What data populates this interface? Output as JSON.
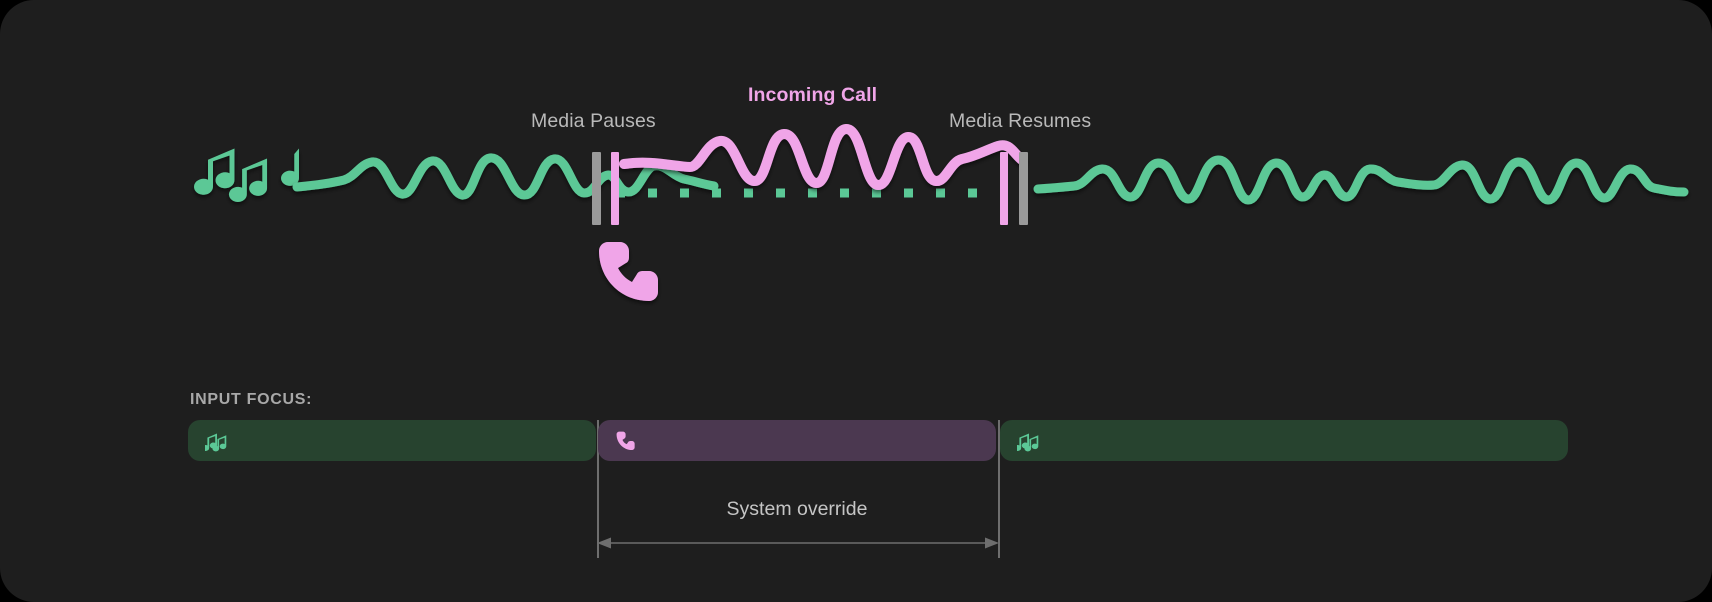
{
  "theme": {
    "background": "#000000",
    "card_background": "#1e1e1e",
    "media_accent": "#5bc896",
    "call_accent": "#f0a5e8",
    "marker_grey": "#9a9a9a",
    "label_grey": "#b9b9b9",
    "heading_grey": "#a8a8a8",
    "track_media_bg": "#27432f",
    "track_call_bg": "#4b3850",
    "guide_line": "#6e6e6e"
  },
  "timeline": {
    "music_icon": "music-notes-icon",
    "phone_icon": "phone-handset-icon",
    "labels": {
      "media_pauses": "Media Pauses",
      "incoming_call": "Incoming Call",
      "media_resumes": "Media Resumes"
    },
    "segments": [
      {
        "name": "media-playing-before",
        "kind": "waveform",
        "color": "#5bc896"
      },
      {
        "name": "media-paused",
        "kind": "dotted-line",
        "color": "#5bc896"
      },
      {
        "name": "call-audio",
        "kind": "waveform",
        "color": "#f0a5e8"
      },
      {
        "name": "media-playing-after",
        "kind": "waveform",
        "color": "#5bc896"
      }
    ],
    "markers": [
      {
        "name": "pause-marker-grey",
        "color": "#9a9a9a"
      },
      {
        "name": "pause-marker-pink",
        "color": "#f0a5e8"
      },
      {
        "name": "resume-marker-pink",
        "color": "#f0a5e8"
      },
      {
        "name": "resume-marker-grey",
        "color": "#9a9a9a"
      }
    ]
  },
  "focus": {
    "heading": "INPUT FOCUS:",
    "tracks": [
      {
        "name": "media-track-before",
        "icon": "music-notes-icon",
        "owner": "media"
      },
      {
        "name": "call-track",
        "icon": "phone-handset-icon",
        "owner": "call"
      },
      {
        "name": "media-track-after",
        "icon": "music-notes-icon",
        "owner": "media"
      }
    ],
    "override_label": "System override"
  }
}
